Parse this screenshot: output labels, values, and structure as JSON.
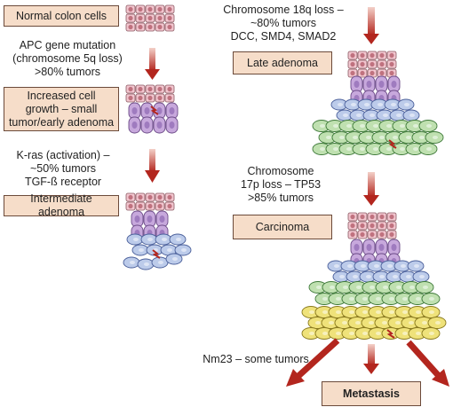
{
  "stages": {
    "normal": "Normal colon cells",
    "increased": [
      "Increased cell",
      "growth – small",
      "tumor/early adenoma"
    ],
    "intermediate": "Intermediate adenoma",
    "late": "Late adenoma",
    "carcinoma": "Carcinoma",
    "metastasis": "Metastasis"
  },
  "mutations": {
    "apc": [
      "APC gene mutation",
      "(chromosome 5q loss)",
      ">80% tumors"
    ],
    "kras": [
      "K-ras (activation) –",
      "~50% tumors",
      "TGF-ß receptor"
    ],
    "chr18": [
      "Chromosome 18q loss –",
      "~80% tumors",
      "DCC, SMD4, SMAD2"
    ],
    "chr17": [
      "Chromosome",
      "17p loss – TP53",
      ">85% tumors"
    ],
    "nm23": "Nm23 – some tumors"
  },
  "colors": {
    "box_fill": "#f6ddc9",
    "arrow": "#c0392b",
    "normal_cell": "#f2c6cf",
    "adenoma_cell": "#c7a8dc",
    "blue_cell": "#bccbea",
    "green_cell": "#bfe0b0",
    "yellow_cell": "#efe27a"
  }
}
